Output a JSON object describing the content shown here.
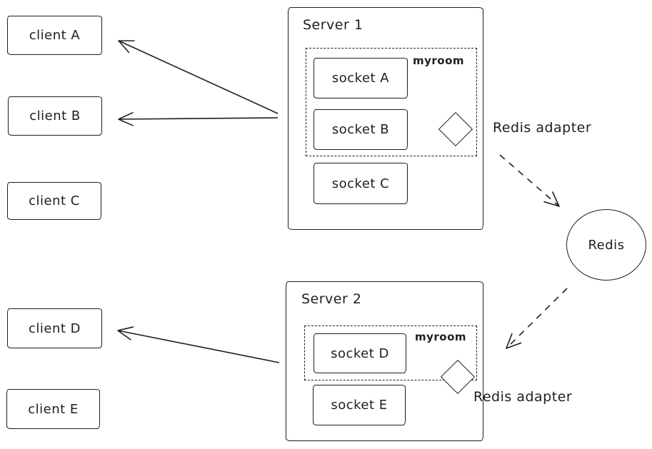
{
  "colors": {
    "stroke": "#1e1e1e",
    "background": "#ffffff"
  },
  "clients": [
    {
      "label": "client A"
    },
    {
      "label": "client B"
    },
    {
      "label": "client C"
    },
    {
      "label": "client D"
    },
    {
      "label": "client E"
    }
  ],
  "server1": {
    "title": "Server 1",
    "room": {
      "label": "myroom",
      "sockets": [
        {
          "label": "socket A"
        },
        {
          "label": "socket B"
        }
      ]
    },
    "sockets_outside": [
      {
        "label": "socket C"
      }
    ],
    "adapter_label": "Redis adapter"
  },
  "server2": {
    "title": "Server 2",
    "room": {
      "label": "myroom",
      "sockets": [
        {
          "label": "socket D"
        }
      ]
    },
    "sockets_outside": [
      {
        "label": "socket E"
      }
    ],
    "adapter_label": "Redis adapter"
  },
  "redis": {
    "label": "Redis"
  }
}
